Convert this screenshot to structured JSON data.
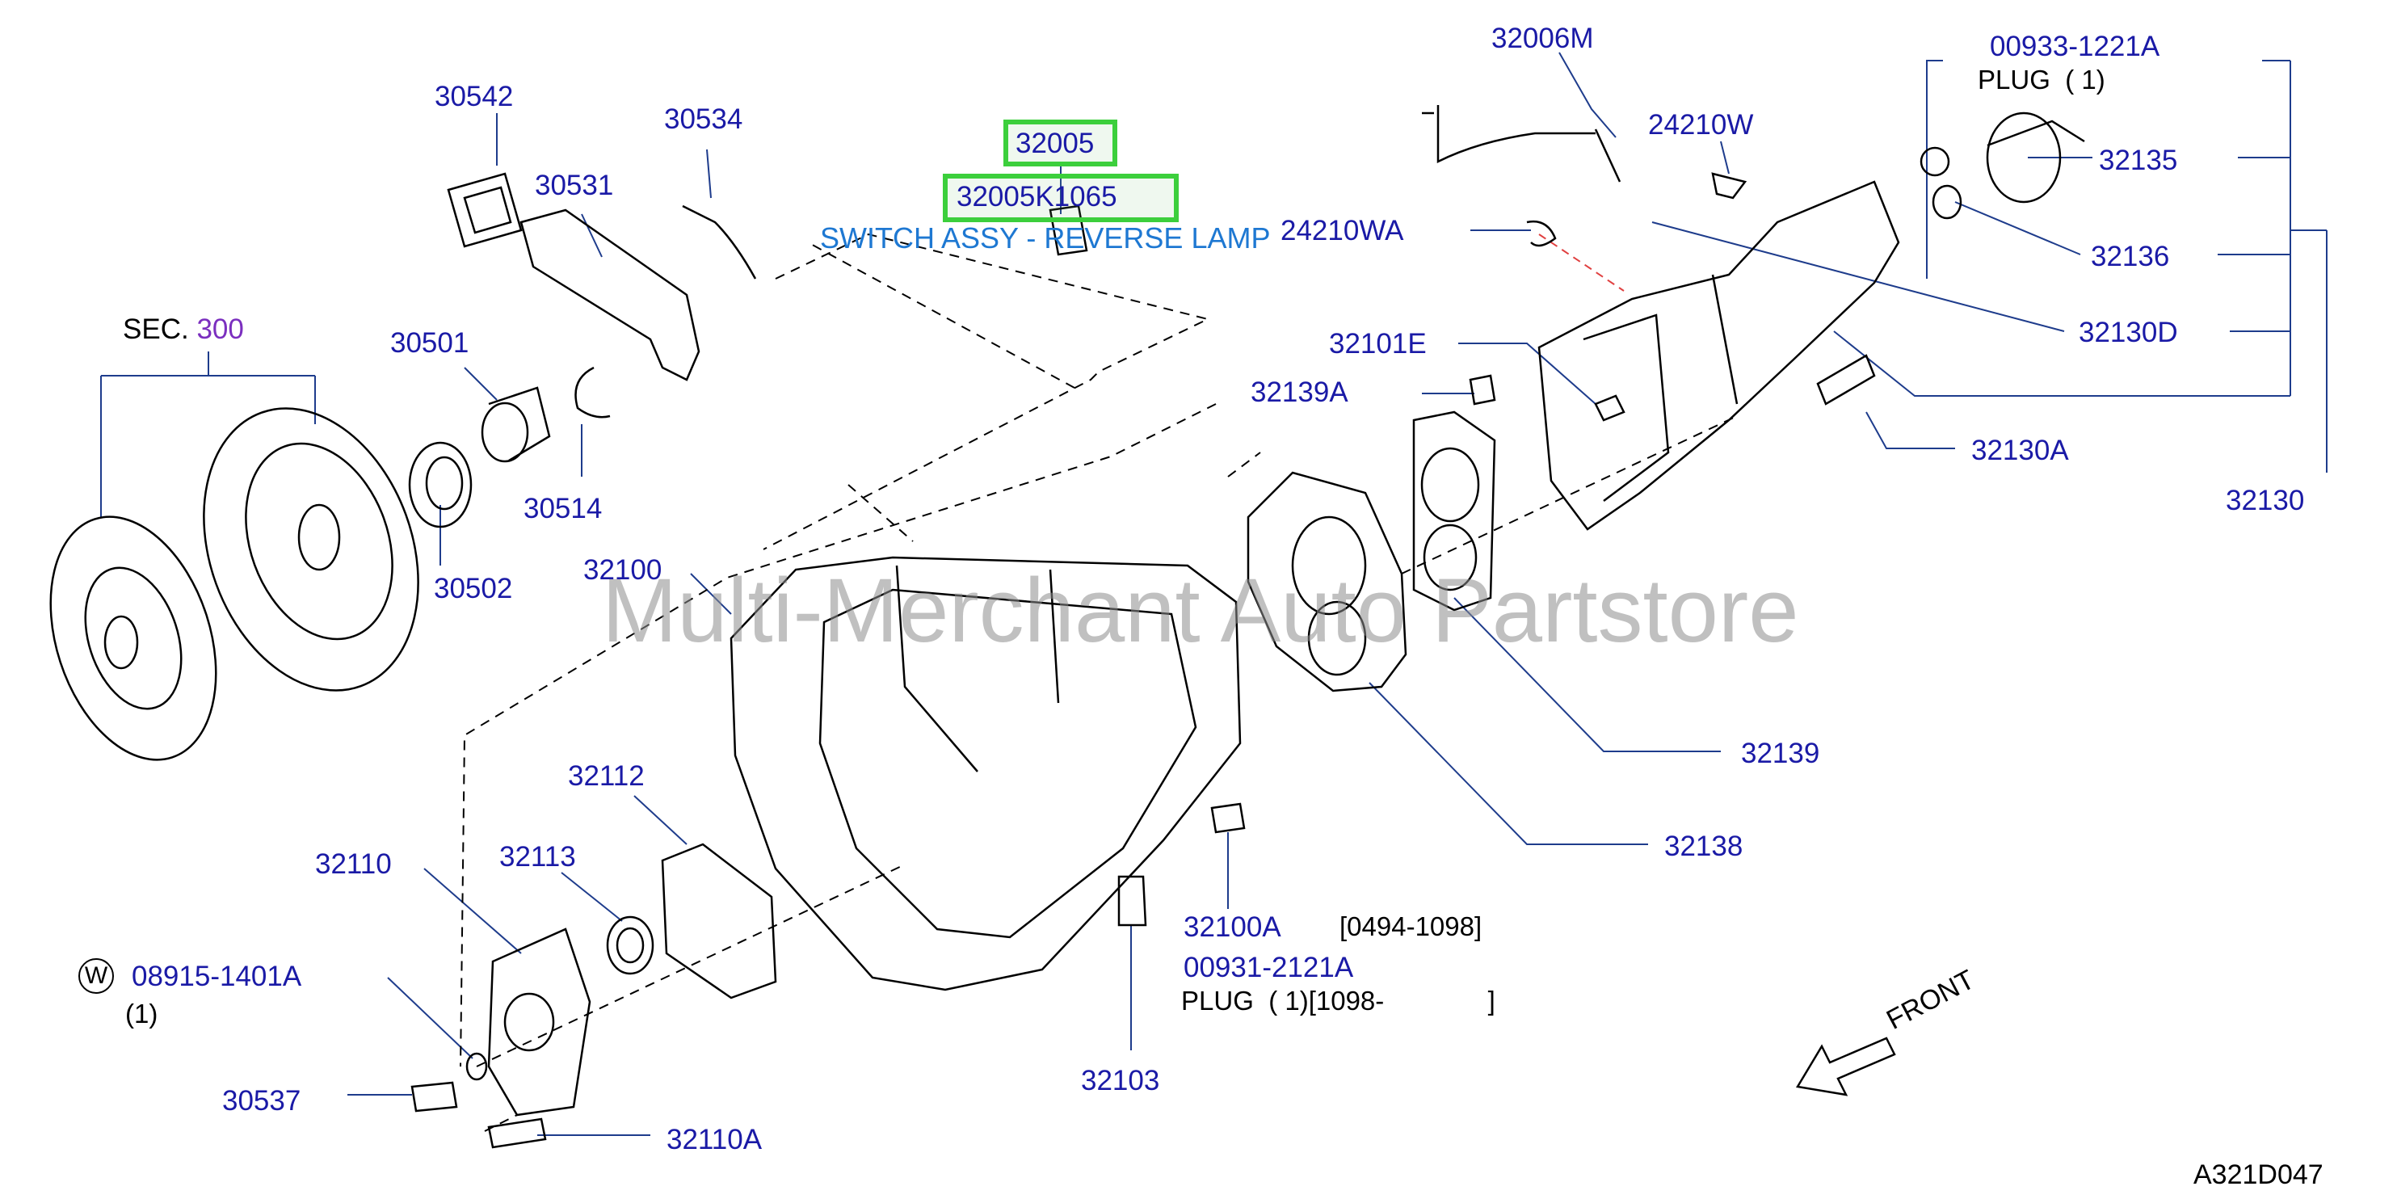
{
  "parts": {
    "p30542": "30542",
    "p30531": "30531",
    "p30534": "30534",
    "p32005": "32005",
    "p32005k": "32005K1065",
    "switch_desc": "SWITCH ASSY - REVERSE LAMP",
    "p32006m": "32006M",
    "p24210w": "24210W",
    "p24210wa": "24210WA",
    "p00933": "00933-1221A",
    "plug1": "PLUG  ( 1)",
    "p32135": "32135",
    "p32136": "32136",
    "p32130d": "32130D",
    "p32101e": "32101E",
    "p32139a": "32139A",
    "p32130a": "32130A",
    "p32130": "32130",
    "sec_label": "SEC.",
    "sec_num": "300",
    "p30501": "30501",
    "p30514": "30514",
    "p30502": "30502",
    "p32100": "32100",
    "p32139": "32139",
    "p32138": "32138",
    "p32112": "32112",
    "p32110": "32110",
    "p32113": "32113",
    "w_symbol": "W",
    "p08915": "08915-1401A",
    "qty1": "(1)",
    "p30537": "30537",
    "p32110a": "32110A",
    "p32103": "32103",
    "p32100a": "32100A",
    "range1": "[0494-1098]",
    "p00931": "00931-2121A",
    "plug2": "PLUG  ( 1)[1098-              ]",
    "front": "FRONT",
    "diagram_code": "A321D047"
  },
  "watermark": "Multi-Merchant Auto Partstore",
  "colors": {
    "part_number": "#1a1aa6",
    "leader": "#1e3c8c",
    "highlight": "#3ccf3c",
    "switch_label": "#1e78d2",
    "sec_number": "#7b2fbf"
  }
}
